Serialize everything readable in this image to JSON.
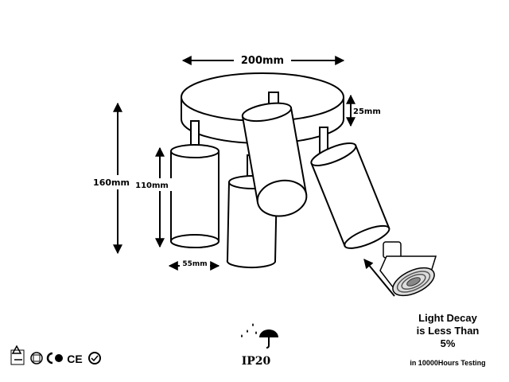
{
  "dimensions": {
    "width": "200mm",
    "height_total": "160mm",
    "shade_length": "110mm",
    "plate_thickness": "25mm",
    "shade_diameter": "55mm"
  },
  "rating": "IP20",
  "notes": {
    "line1": "Light Decay",
    "line2": "is Less Than",
    "line3": "5%",
    "line4": "in 10000Hours Testing"
  },
  "certifications": {
    "ce_mark": "CE"
  },
  "icons": [
    "rain-umbrella-icon",
    "bulb-icon",
    "recycle-icon",
    "weee-icon",
    "rohs-icon",
    "gs-mark-icon",
    "ce-mark-icon",
    "tuv-icon"
  ]
}
